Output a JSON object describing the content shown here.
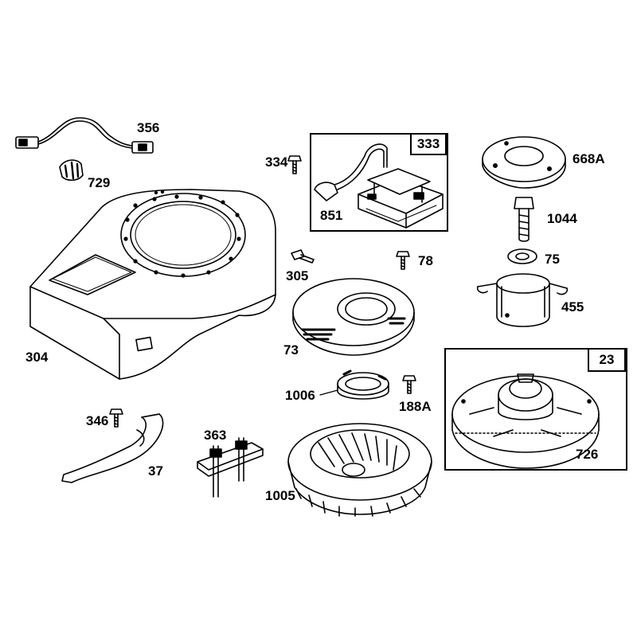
{
  "parts": {
    "p356": "356",
    "p729": "729",
    "p304": "304",
    "p334": "334",
    "p333": "333",
    "p851": "851",
    "p668a": "668A",
    "p1044": "1044",
    "p75": "75",
    "p455": "455",
    "p305": "305",
    "p78": "78",
    "p73": "73",
    "p1006": "1006",
    "p188a": "188A",
    "p23": "23",
    "p726": "726",
    "p346": "346",
    "p37": "37",
    "p363": "363",
    "p1005": "1005"
  }
}
